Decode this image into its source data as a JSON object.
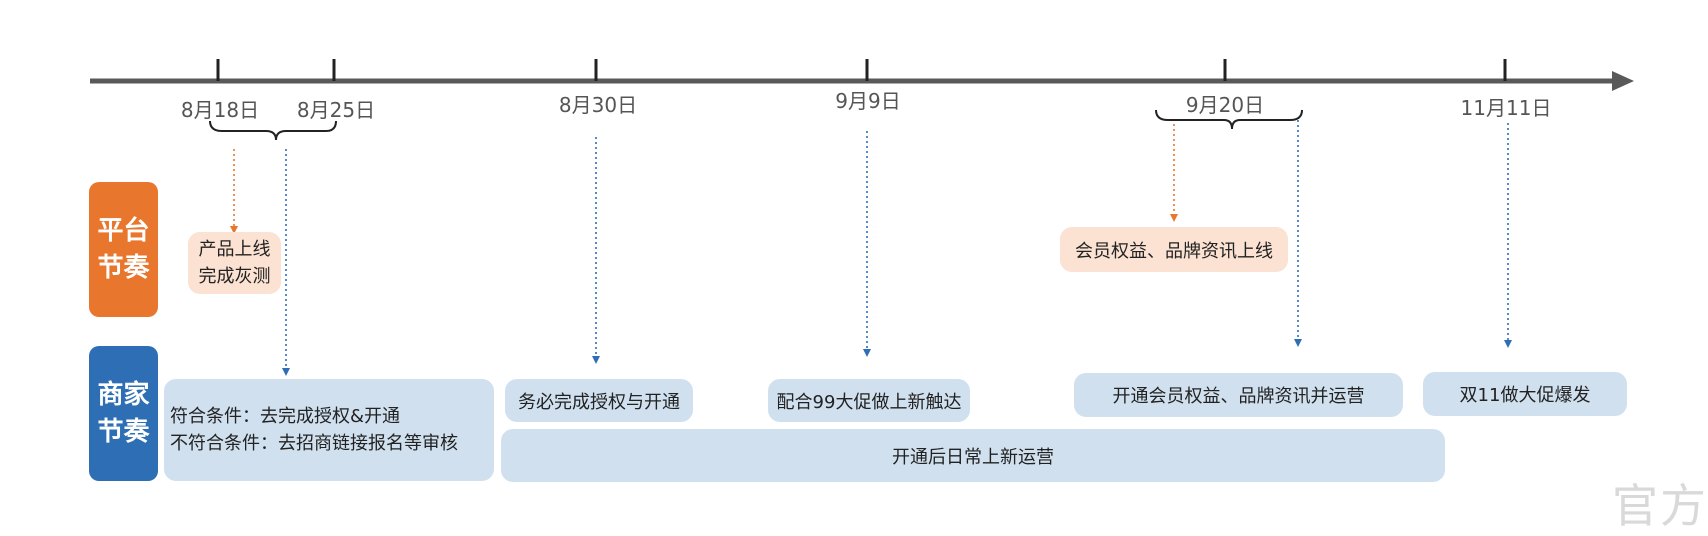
{
  "timeline": {
    "dates": [
      "8月18日",
      "8月25日",
      "8月30日",
      "9月9日",
      "9月20日",
      "11月11日"
    ]
  },
  "rows": {
    "platform": {
      "line1": "平台",
      "line2": "节奏"
    },
    "merchant": {
      "line1": "商家",
      "line2": "节奏"
    }
  },
  "platform_events": {
    "gray_release": {
      "line1": "产品上线",
      "line2": "完成灰测"
    },
    "member_launch": "会员权益、品牌资讯上线"
  },
  "merchant_events": {
    "eligibility": {
      "line1": "符合条件：去完成授权&开通",
      "line2": "不符合条件：去招商链接报名等审核"
    },
    "must_complete": "务必完成授权与开通",
    "promo_99": "配合99大促做上新触达",
    "member_operate": "开通会员权益、品牌资讯并运营",
    "double11": "双11做大促爆发",
    "daily_ops": "开通后日常上新运营"
  },
  "watermark": "官方",
  "colors": {
    "axis": "#595959",
    "platform": "#e8762c",
    "merchant": "#2e6eb5",
    "platform_box": "#fbe2d2",
    "merchant_box": "#d0e0ef"
  }
}
